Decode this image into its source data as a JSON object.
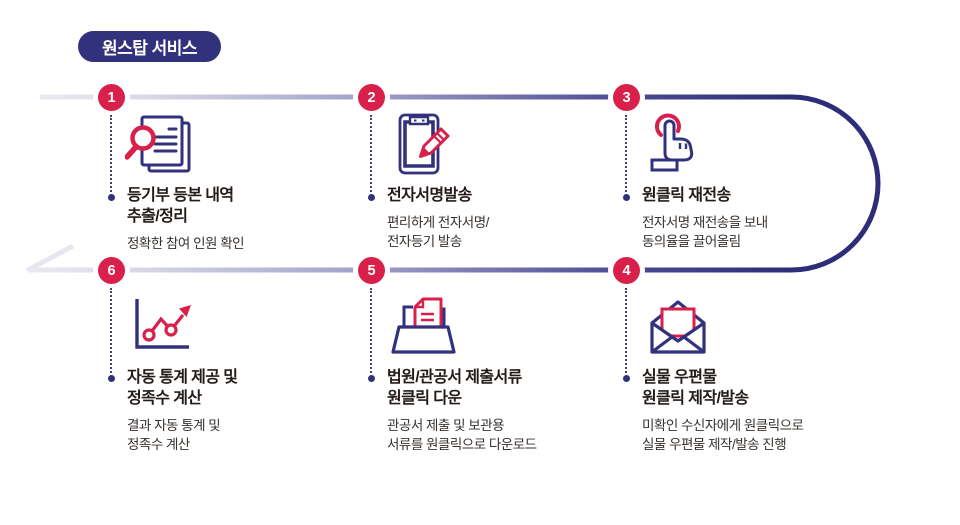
{
  "badge": {
    "label": "원스탑 서비스"
  },
  "colors": {
    "navy": "#32327C",
    "line_dark": "#2D2D78",
    "line_light": "#E9E9F1",
    "red": "#D8204B",
    "title_text": "#221B18",
    "desc_text": "#37322E",
    "background": "#FFFFFF"
  },
  "flow": {
    "direction": "1 → 2 → 3 → 4 → 5 → 6",
    "end_marker": "left-arrowhead"
  },
  "steps": [
    {
      "number": "1",
      "icon": "document-search-icon",
      "title": "등기부 등본 내역\n추출/정리",
      "desc": "정확한 참여 인원 확인"
    },
    {
      "number": "2",
      "icon": "clipboard-pencil-icon",
      "title": "전자서명발송",
      "desc": "편리하게 전자서명/\n전자등기 발송"
    },
    {
      "number": "3",
      "icon": "click-hand-icon",
      "title": "원클릭 재전송",
      "desc": "전자서명 재전송을 보내\n동의율을 끌어올림"
    },
    {
      "number": "4",
      "icon": "open-envelope-icon",
      "title": "실물 우편물\n원클릭 제작/발송",
      "desc": "미확인 수신자에게 원클릭으로\n실물 우편물 제작/발송 진행"
    },
    {
      "number": "5",
      "icon": "folder-document-icon",
      "title": "법원/관공서 제출서류\n원클릭 다운",
      "desc": "관공서 제출 및 보관용\n서류를 원클릭으로 다운로드"
    },
    {
      "number": "6",
      "icon": "stats-chart-icon",
      "title": "자동 통계 제공 및\n정족수 계산",
      "desc": "결과 자동 통계 및\n정족수 계산"
    }
  ]
}
